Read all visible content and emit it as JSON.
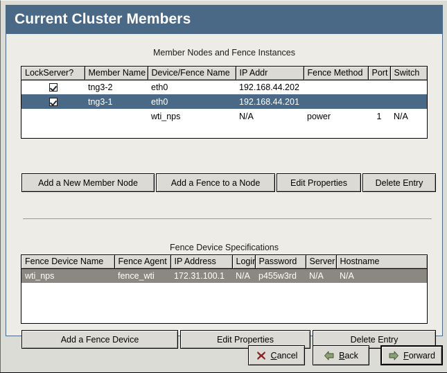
{
  "window": {
    "title": "Current Cluster Members",
    "titlebar_color": "#4a6987",
    "panel_bg": "#eeece7",
    "dialog_bg": "#dcdcd7",
    "selection_blue": "#4a6987",
    "selection_gray": "#8a8880"
  },
  "member_section": {
    "caption": "Member Nodes and Fence Instances",
    "columns": [
      "LockServer?",
      "Member Name",
      "Device/Fence Name",
      "IP Addr",
      "Fence Method",
      "Port",
      "Switch"
    ],
    "rows": [
      {
        "lockserver": "checked",
        "member_name": "tng3-2",
        "device_name": "eth0",
        "ip_addr": "192.168.44.202",
        "fence_method": "",
        "port": "",
        "switch": "",
        "selected": false
      },
      {
        "lockserver": "checked",
        "member_name": "tng3-1",
        "device_name": "eth0",
        "ip_addr": "192.168.44.201",
        "fence_method": "",
        "port": "",
        "switch": "",
        "selected": true
      },
      {
        "lockserver": "",
        "member_name": "",
        "device_name": "wti_nps",
        "ip_addr": "N/A",
        "fence_method": "power",
        "port": "1",
        "switch": "N/A",
        "selected": false
      }
    ],
    "buttons": {
      "add_member": "Add a New Member Node",
      "add_fence": "Add a Fence to a Node",
      "edit_properties": "Edit Properties",
      "delete_entry": "Delete Entry"
    }
  },
  "fence_section": {
    "caption": "Fence Device Specifications",
    "columns": [
      "Fence Device Name",
      "Fence Agent",
      "IP Address",
      "Login",
      "Password",
      "Server",
      "Hostname"
    ],
    "rows": [
      {
        "device_name": "wti_nps",
        "fence_agent": "fence_wti",
        "ip_address": "172.31.100.1",
        "login": "N/A",
        "password": "p455w3rd",
        "server": "N/A",
        "hostname": "N/A",
        "selected": true
      }
    ],
    "buttons": {
      "add_fence_device": "Add a Fence Device",
      "edit_properties": "Edit Properties",
      "delete_entry": "Delete Entry"
    }
  },
  "action_bar": {
    "cancel": {
      "label": "Cancel",
      "mnemonic": "C",
      "rest": "ancel",
      "icon": "cancel-x-icon",
      "icon_color": "#b02020"
    },
    "back": {
      "label": "Back",
      "mnemonic": "B",
      "rest": "ack",
      "icon": "arrow-left-icon",
      "icon_color": "#7f9a6b"
    },
    "forward": {
      "label": "Forward",
      "mnemonic": "F",
      "rest": "orward",
      "icon": "arrow-right-icon",
      "icon_color": "#7f9a6b",
      "focused": true
    }
  }
}
